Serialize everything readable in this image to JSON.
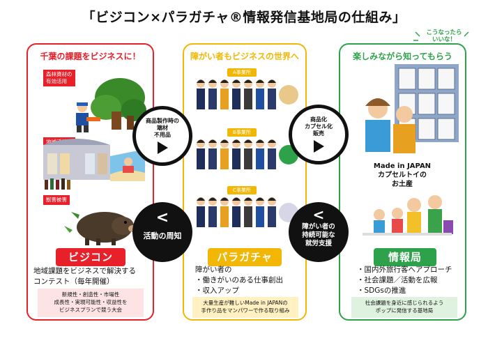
{
  "title": "「ビジコン×パラガチャ®情報発信基地局の仕組み」",
  "badge": {
    "line1": "こうなったら",
    "line2": "いいな！"
  },
  "left": {
    "heading": "千葉の課題をビジネスに！",
    "tags": [
      "森林資材の\n有効活用",
      "地域活性化",
      "獣害被害"
    ],
    "label": "ビジコン",
    "desc": [
      "地域課題をビジネスで解決する",
      "コンテスト（毎年開催）"
    ],
    "note": [
      "新規性・創造性・市場性",
      "成長性・実現可能性・収益性を",
      "ビジネスプランで競う大会"
    ]
  },
  "middle": {
    "heading": "障がい者もビジネスの世界へ",
    "offices": [
      "A事業所",
      "B事業所",
      "C事業所"
    ],
    "label": "パラガチャ",
    "desc": [
      "障がい者の",
      "・働きがいのある仕事創出",
      "・収入アップ"
    ],
    "note": [
      "大量生産が難しいMade in JAPANの",
      "手作り品をマンパワーで作る取り組み"
    ]
  },
  "right": {
    "heading": "楽しみながら知ってもらう",
    "caption": [
      "Made in JAPAN",
      "カプセルトイの",
      "お土産"
    ],
    "label": "情報局",
    "desc": [
      "・国内外旅行客へアプローチ",
      "・社会課題／活動を広報",
      "・SDGsの推進"
    ],
    "note": [
      "社会課題を身近に感じられるよう",
      "ポップに発信する基地局"
    ]
  },
  "arrows": {
    "top_left": [
      "商品製作時の",
      "端材",
      "不用品"
    ],
    "top_right": [
      "商品化",
      "カプセル化",
      "販売"
    ],
    "bottom_left": "活動の周知",
    "bottom_right": [
      "障がい者の",
      "持続可能な",
      "就労支援"
    ]
  },
  "colors": {
    "red": "#e8202a",
    "yellow": "#f2b705",
    "green": "#2ea24a"
  }
}
